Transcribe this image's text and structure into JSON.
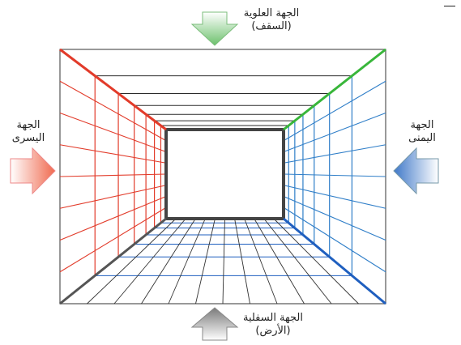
{
  "labels": {
    "top": {
      "line1": "الجهة العلوية",
      "line2": "(السقف)"
    },
    "bottom": {
      "line1": "الجهة السفلية",
      "line2": "(الأرض)"
    },
    "left": {
      "line1": "الجهة",
      "line2": "اليسرى"
    },
    "right": {
      "line1": "الجهة",
      "line2": "اليمنى"
    }
  },
  "colors": {
    "ceiling": "#2a2a2a",
    "floor": "#1f5fbf",
    "left_wall": "#e23b2a",
    "right_wall": "#2f7ec8",
    "ceiling_right_edge": "#38b63a",
    "frame": "#555555",
    "arrow_top": "#6cc16c",
    "arrow_bottom": "#7a7a7a",
    "arrow_left": "#f06a4f",
    "arrow_right": "#3f78c8"
  }
}
